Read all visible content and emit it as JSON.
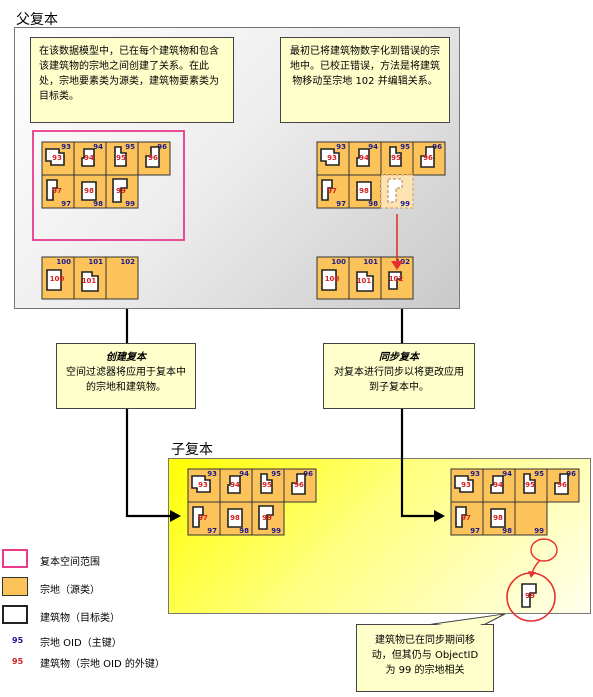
{
  "titles": {
    "parent": "父复本",
    "child": "子复本"
  },
  "notes": {
    "parent_left": "在该数据模型中，已在每个建筑物和包含该建筑物的宗地之间创建了关系。在此处，宗地要素类为源类，建筑物要素类为目标类。",
    "parent_right": "最初已将建筑物数字化到错误的宗地中。已校正错误，方法是将建筑物移动至宗地 102 并编辑关系。",
    "create_title": "创建复本",
    "create_body": "空间过滤器将应用于复本中的宗地和建筑物。",
    "sync_title": "同步复本",
    "sync_body": "对复本进行同步以将更改应用到子复本中。",
    "callout": "建筑物已在同步期间移动，但其仍与 ObjectID 为 99 的宗地相关"
  },
  "legend": [
    {
      "label": "复本空间范围"
    },
    {
      "label": "宗地（源类）"
    },
    {
      "label": "建筑物（目标类）"
    },
    {
      "num": "95",
      "label": "宗地 OID（主键）"
    },
    {
      "num": "95",
      "label": "建筑物（宗地 OID 的外键）"
    }
  ],
  "parcel_ids": [
    "93",
    "94",
    "95",
    "96",
    "97",
    "98",
    "99",
    "100",
    "101",
    "102"
  ],
  "colors": {
    "parcel_fill": "#fcc35b",
    "parcel_pale": "#fde3b4",
    "extent_border": "#ea3a8c",
    "arrow_red": "#e63030",
    "oid_blue": "#1a1a8c",
    "fk_red": "#d42020",
    "note_fill": "#ffffcc"
  }
}
